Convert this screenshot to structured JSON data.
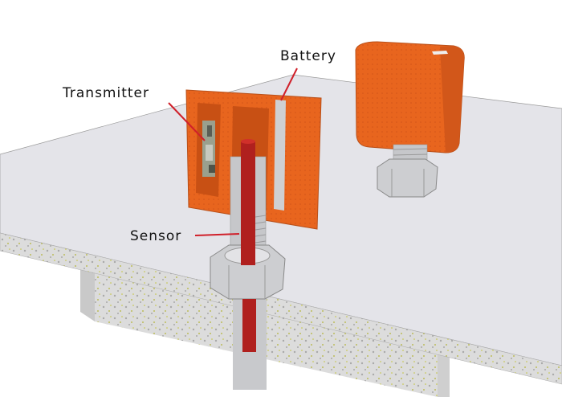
{
  "labels": {
    "battery": "Battery",
    "transmitter": "Transmitter",
    "sensor": "Sensor"
  },
  "colors": {
    "housing": "#e8651e",
    "leader": "#d0202a",
    "sensor_rod": "#b0201e",
    "slab_top": "#e4e4e9",
    "steel": "#c8c9cc"
  }
}
